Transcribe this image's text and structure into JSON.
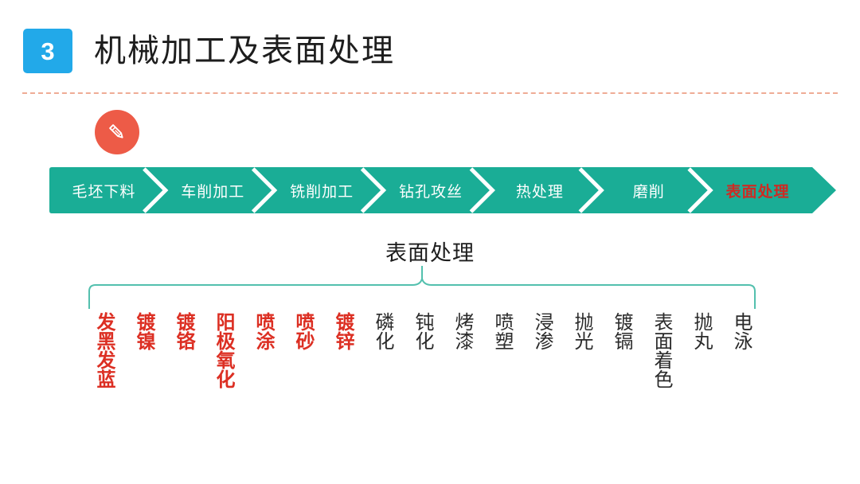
{
  "header": {
    "badge_number": "3",
    "title": "机械加工及表面处理"
  },
  "icons": {
    "pencil": "pencil-icon"
  },
  "colors": {
    "badge_blue": "#22a9e9",
    "flow_teal": "#1aad96",
    "highlight_red": "#cf2a22",
    "item_red": "#dc2f23",
    "item_black": "#2b2b2b",
    "divider_peach": "#efac95",
    "pencil_circle": "#ed5b47",
    "bracket_teal": "#53c0ae"
  },
  "process_flow": {
    "steps": [
      {
        "label": "毛坯下料",
        "highlight": false
      },
      {
        "label": "车削加工",
        "highlight": false
      },
      {
        "label": "铣削加工",
        "highlight": false
      },
      {
        "label": "钻孔攻丝",
        "highlight": false
      },
      {
        "label": "热处理",
        "highlight": false
      },
      {
        "label": "磨削",
        "highlight": false
      },
      {
        "label": "表面处理",
        "highlight": true
      }
    ]
  },
  "subtitle": "表面处理",
  "treatments": [
    {
      "label": "发黑发蓝",
      "color": "red"
    },
    {
      "label": "镀镍",
      "color": "red"
    },
    {
      "label": "镀铬",
      "color": "red"
    },
    {
      "label": "阳极氧化",
      "color": "red"
    },
    {
      "label": "喷涂",
      "color": "red"
    },
    {
      "label": "喷砂",
      "color": "red"
    },
    {
      "label": "镀锌",
      "color": "red"
    },
    {
      "label": "磷化",
      "color": "black"
    },
    {
      "label": "钝化",
      "color": "black"
    },
    {
      "label": "烤漆",
      "color": "black"
    },
    {
      "label": "喷塑",
      "color": "black"
    },
    {
      "label": "浸渗",
      "color": "black"
    },
    {
      "label": "抛光",
      "color": "black"
    },
    {
      "label": "镀镉",
      "color": "black"
    },
    {
      "label": "表面着色",
      "color": "black"
    },
    {
      "label": "抛丸",
      "color": "black"
    },
    {
      "label": "电泳",
      "color": "black"
    }
  ]
}
